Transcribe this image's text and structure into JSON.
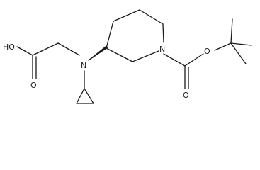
{
  "molecule": {
    "atoms": {
      "hydroxyl": "HO",
      "carbonyl_oxygen_left": "O",
      "amine_nitrogen": "N",
      "ring_nitrogen": "N",
      "ester_oxygen": "O",
      "carbonyl_oxygen_right": "O"
    }
  }
}
